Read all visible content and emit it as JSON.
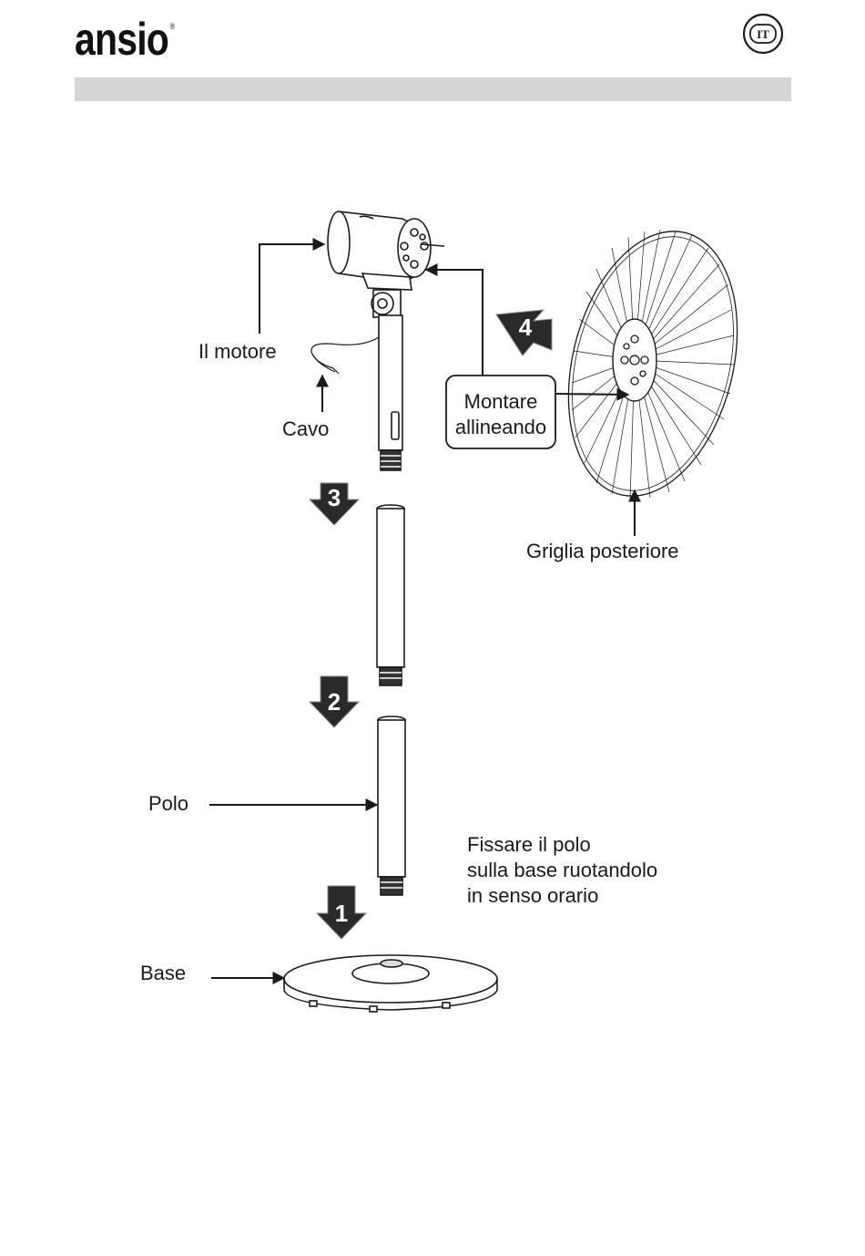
{
  "header": {
    "brand": "ansio",
    "brand_mark": "®",
    "language_badge": "IT"
  },
  "diagram": {
    "labels": {
      "motor": "Il motore",
      "cable": "Cavo",
      "mount_line1": "Montare",
      "mount_line2": "allineando",
      "rear_grille": "Griglia posteriore",
      "pole": "Polo",
      "base": "Base",
      "instruction_line1": "Fissare il polo",
      "instruction_line2": "sulla base ruotandolo",
      "instruction_line3": "in senso orario"
    },
    "steps": [
      "1",
      "2",
      "3",
      "4"
    ]
  },
  "colors": {
    "header_bar": "#d5d5d5",
    "ink": "#1a1a1a",
    "arrow_fill": "#2a2a2a"
  }
}
